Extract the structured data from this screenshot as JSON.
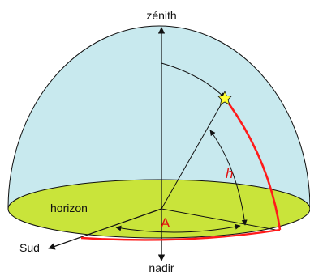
{
  "diagram": {
    "labels": {
      "zenith": "zénith",
      "nadir": "nadir",
      "horizon": "horizon",
      "south": "Sud",
      "azimuth": "A",
      "altitude": "h"
    },
    "colors": {
      "celestial_dome": "#c8e9ee",
      "horizon_plane": "#c9e43a",
      "altitude_arc": "#ff1a1a",
      "star": "#ffff33",
      "lines": "#111111",
      "azimuth_label": "#e01010"
    },
    "icons": {
      "star": "star-icon"
    }
  }
}
